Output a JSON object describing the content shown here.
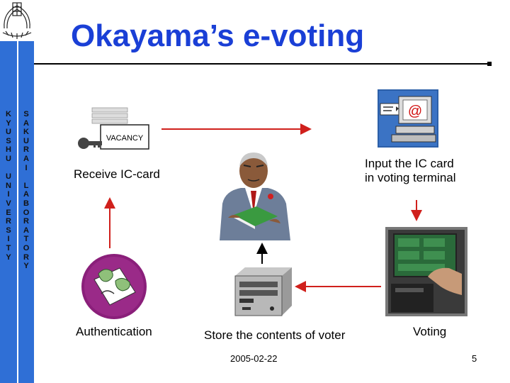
{
  "slide": {
    "title": "Okayama’s e-voting",
    "sidebar_left_letters": [
      "K",
      "Y",
      "U",
      "S",
      "H",
      "U",
      "",
      "U",
      "N",
      "I",
      "V",
      "E",
      "R",
      "S",
      "I",
      "T",
      "Y"
    ],
    "sidebar_right_letters": [
      "S",
      "A",
      "K",
      "U",
      "R",
      "A",
      "I",
      "",
      "L",
      "A",
      "B",
      "O",
      "R",
      "A",
      "T",
      "O",
      "R",
      "Y"
    ],
    "card_sign_text": "VACANCY",
    "labels": {
      "receive": "Receive IC-card",
      "input_line1": "Input the IC card",
      "input_line2": "in voting terminal",
      "authentication": "Authentication",
      "store": "Store the contents of voter",
      "voting": "Voting"
    },
    "footer": {
      "date": "2005-02-22",
      "page": "5"
    },
    "colors": {
      "sidebar": "#2f6fd6",
      "title": "#1a3fd6",
      "arrow_red": "#d0201c",
      "arrow_black": "#000000"
    }
  }
}
